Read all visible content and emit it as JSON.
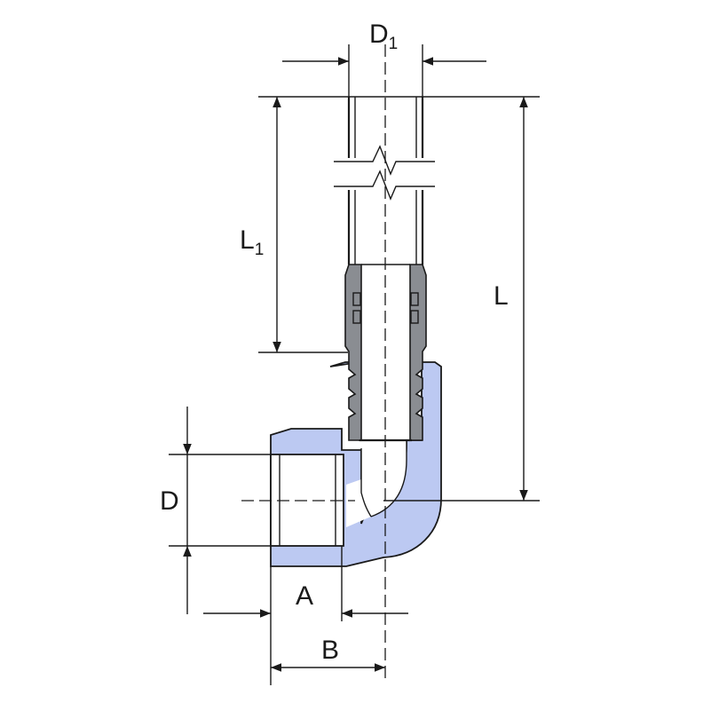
{
  "colors": {
    "fitting_fill": "#bcc9f2",
    "insert_fill": "#8a8d92",
    "line": "#1a1a1a",
    "background": "#ffffff"
  },
  "labels": {
    "d1_main": "D",
    "d1_sub": "1",
    "l1_main": "L",
    "l1_sub": "1",
    "l": "L",
    "d": "D",
    "a": "A",
    "b": "B"
  }
}
